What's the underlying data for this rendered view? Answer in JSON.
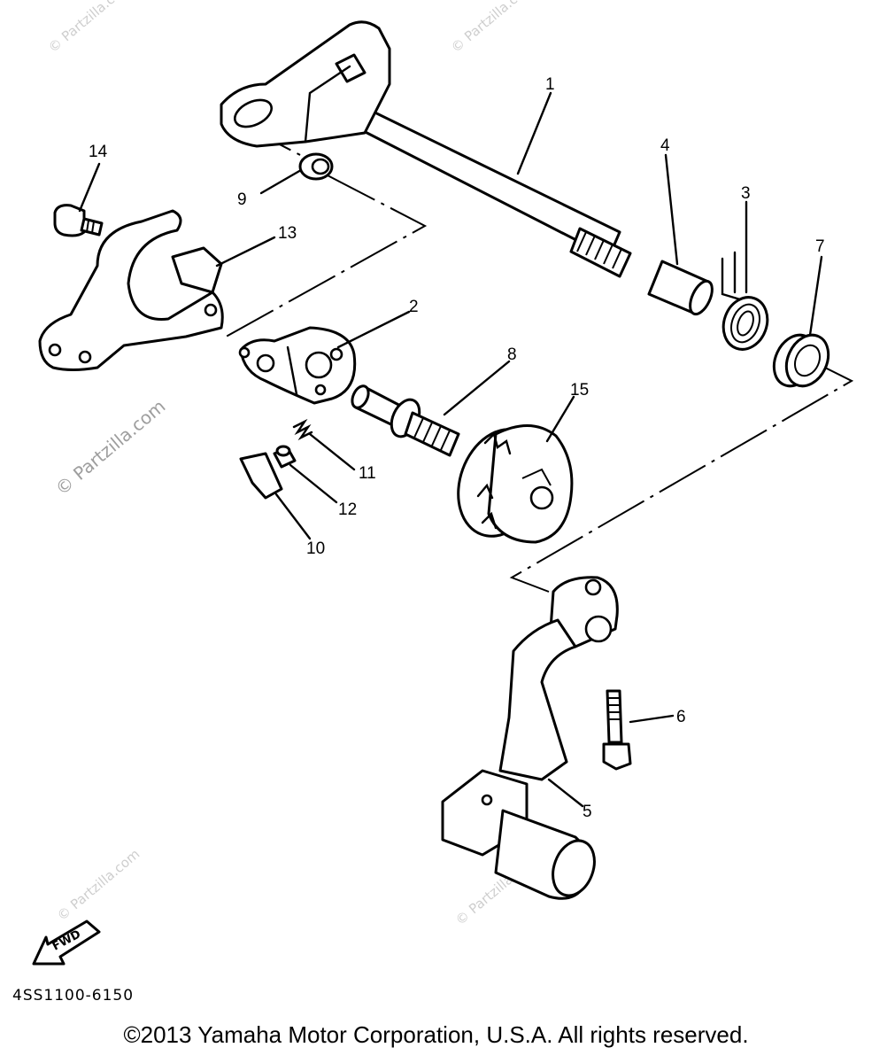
{
  "callouts": [
    "1",
    "2",
    "3",
    "4",
    "5",
    "6",
    "7",
    "8",
    "9",
    "10",
    "11",
    "12",
    "13",
    "14",
    "15"
  ],
  "fwd_label": "FWD",
  "diagram_code": "4SS1100-6150",
  "watermark": "© Partzilla.com",
  "copyright": "©2013  Yamaha Motor Corporation, U.S.A. All rights reserved."
}
